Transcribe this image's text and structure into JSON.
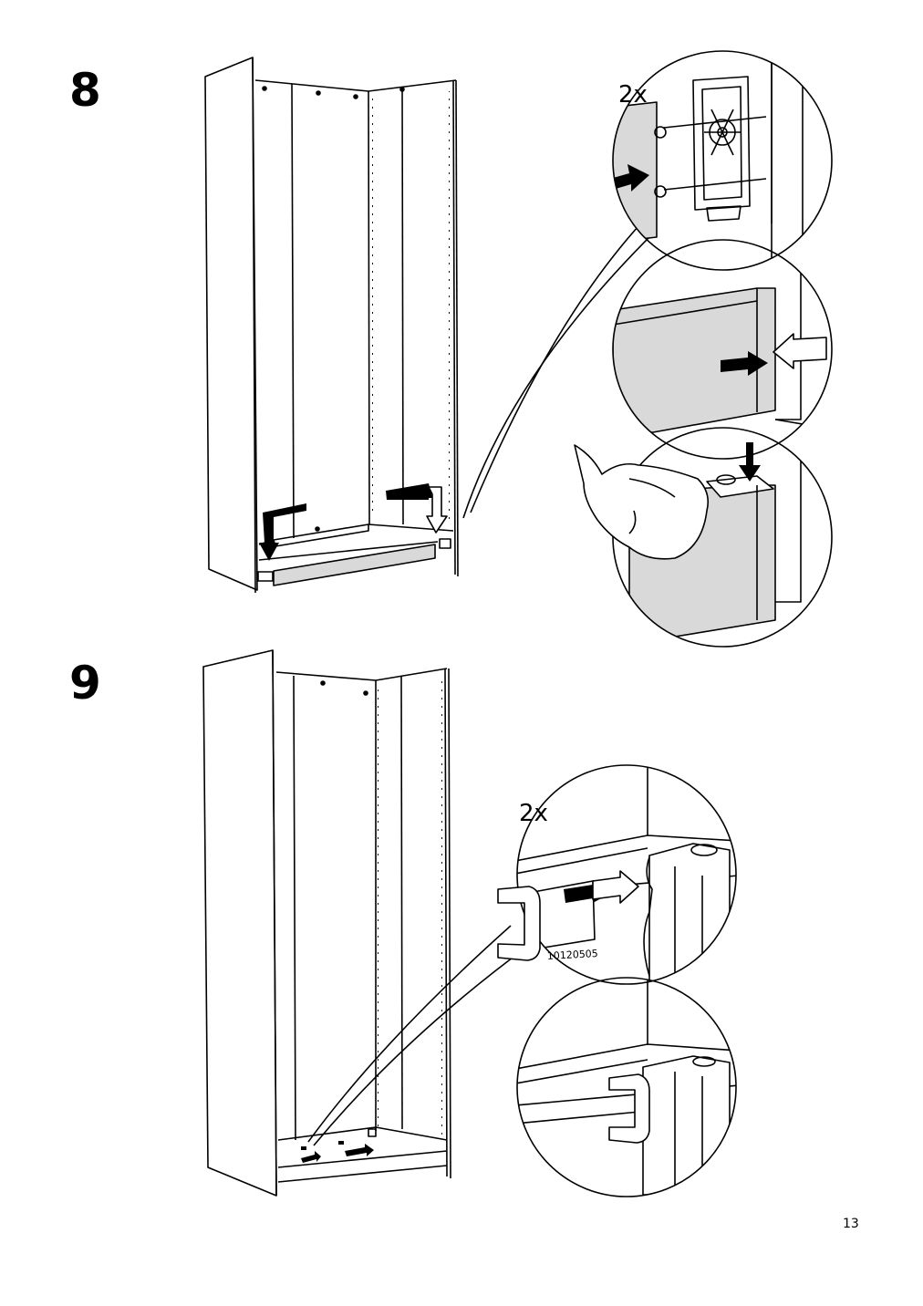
{
  "steps": [
    {
      "number": "8",
      "quantity_label": "2x"
    },
    {
      "number": "9",
      "quantity_label": "2x",
      "part_number": "10120505"
    }
  ],
  "page_number": "13",
  "colors": {
    "part_fill": "#d9d9d9",
    "ink": "#000000",
    "background": "#ffffff"
  },
  "icons": [
    "cabinet-frame",
    "plinth-board",
    "leg-bracket",
    "push-arrow",
    "hand",
    "clip-part"
  ]
}
